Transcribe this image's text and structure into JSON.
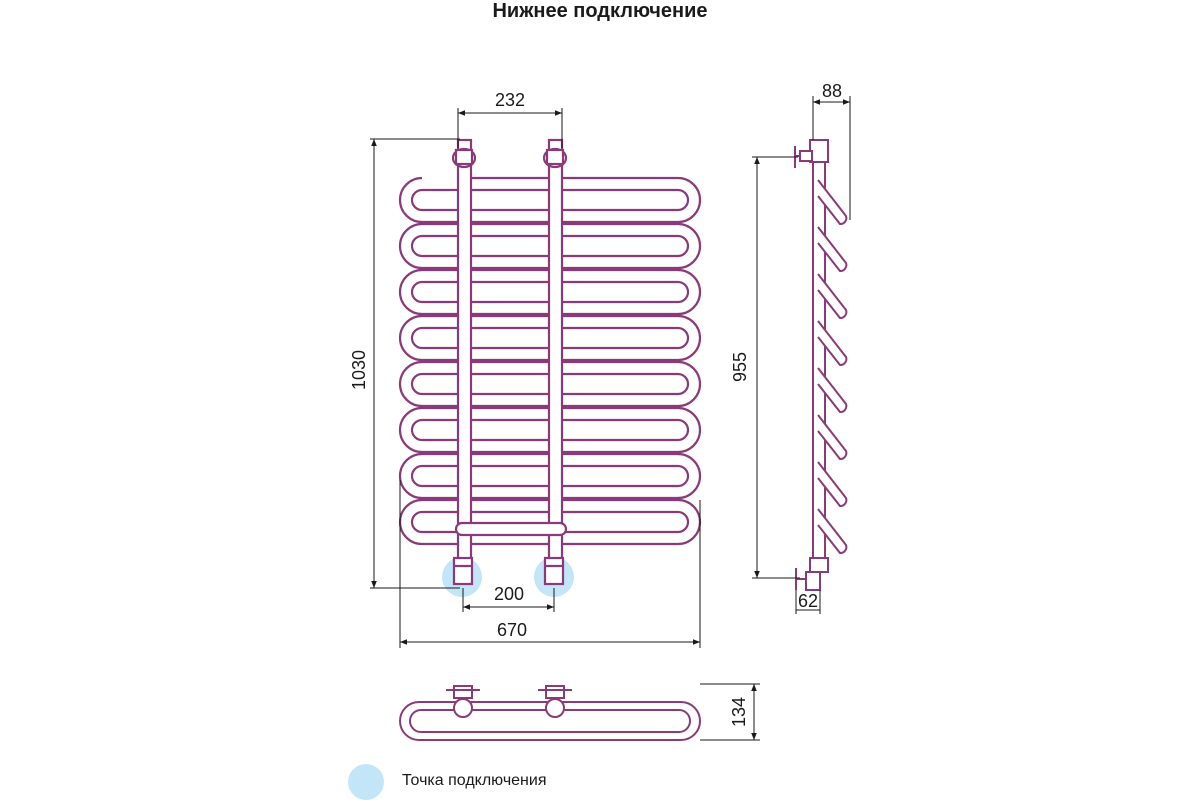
{
  "title": "Нижнее подключение",
  "colors": {
    "pipe": "#8a3a78",
    "pipe_fill": "#ffffff",
    "dimension": "#1a1a1a",
    "connection_point": "#c2e5f7"
  },
  "dimensions": {
    "pipe_spacing_top": "232",
    "total_height": "1030",
    "connection_spacing": "200",
    "total_width": "670",
    "side_height": "955",
    "side_depth": "88",
    "side_offset": "62",
    "bottom_depth": "134"
  },
  "legend": {
    "label": "Точка подключения"
  }
}
